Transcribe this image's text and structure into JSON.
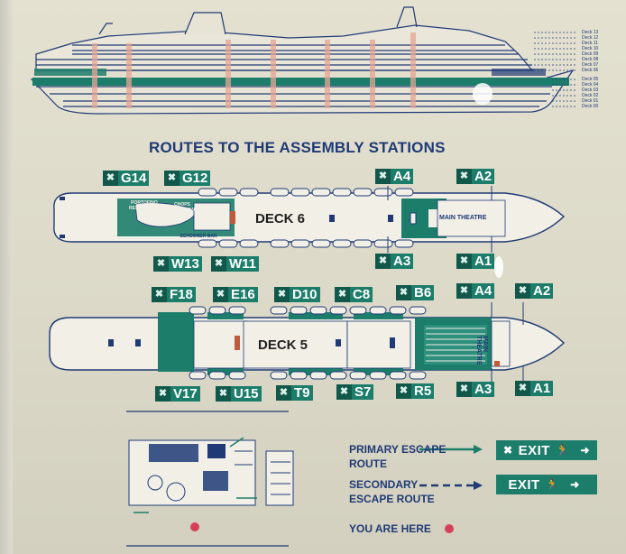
{
  "title": "ROUTES TO THE ASSEMBLY STATIONS",
  "side_profile": {
    "decks": [
      "Deck 13",
      "Deck 12",
      "Deck 11",
      "Deck 10",
      "Deck 09",
      "Deck 08",
      "Deck 07",
      "Deck 06",
      "Deck 05",
      "Deck 04",
      "Deck 03",
      "Deck 02",
      "Deck 01",
      "Deck 00"
    ]
  },
  "deck6": {
    "label": "DECK 6",
    "top_stations": [
      "G14",
      "G12",
      "A4",
      "A2"
    ],
    "bottom_stations": [
      "W13",
      "W11",
      "A3",
      "A1"
    ],
    "venues": {
      "portofino": "PORTOFINO RESTAURANT",
      "chops": "CHOPS RESTAURANT",
      "schooner": "SCHOONER BAR",
      "theatre": "MAIN THEATRE"
    }
  },
  "deck5": {
    "label": "DECK 5",
    "top_stations": [
      "F18",
      "E16",
      "D10",
      "C8",
      "B6",
      "A4",
      "A2"
    ],
    "bottom_stations": [
      "V17",
      "U15",
      "T9",
      "S7",
      "R5",
      "A3",
      "A1"
    ],
    "theatre": "MAIN THEATRE"
  },
  "legend": {
    "primary": "PRIMARY ESCAPE ROUTE",
    "secondary": "SECONDARY ESCAPE ROUTE",
    "here": "YOU ARE HERE",
    "exit": "EXIT",
    "colors": {
      "route": "#1d7d6b",
      "text": "#1f3a75",
      "here": "#d4405a"
    }
  }
}
